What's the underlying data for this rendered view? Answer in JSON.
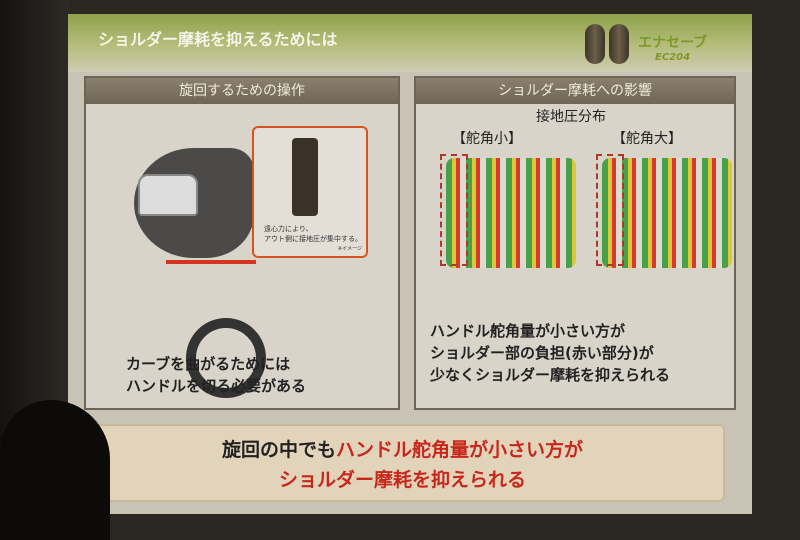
{
  "slide": {
    "title": "ショルダー摩耗を抑えるためには",
    "brand": {
      "name": "エナセーブ",
      "model": "EC204"
    },
    "left_panel": {
      "header": "旋回するための操作",
      "inset_caption_1": "遠心力により、",
      "inset_caption_2": "アウト側に接地圧が集中する。",
      "inset_note": "※イメージ",
      "text_1": "カーブを曲がるためには",
      "text_2": "ハンドルを切る必要がある"
    },
    "right_panel": {
      "header": "ショルダー摩耗への影響",
      "subtitle": "接地圧分布",
      "label_small": "【舵角小】",
      "label_large": "【舵角大】",
      "text_1": "ハンドル舵角量が小さい方が",
      "text_2": "ショルダー部の負担(赤い部分)が",
      "text_3": "少なくショルダー摩耗を抑えられる"
    },
    "conclusion": {
      "line1_prefix": "旋回の中でも",
      "line1_highlight": "ハンドル舵角量が小さい方が",
      "line2": "ショルダー摩耗を抑えられる"
    },
    "colors": {
      "accent_red": "#c8281c",
      "header_green": "#8fa24a",
      "brand_green": "#7d9a28"
    }
  }
}
